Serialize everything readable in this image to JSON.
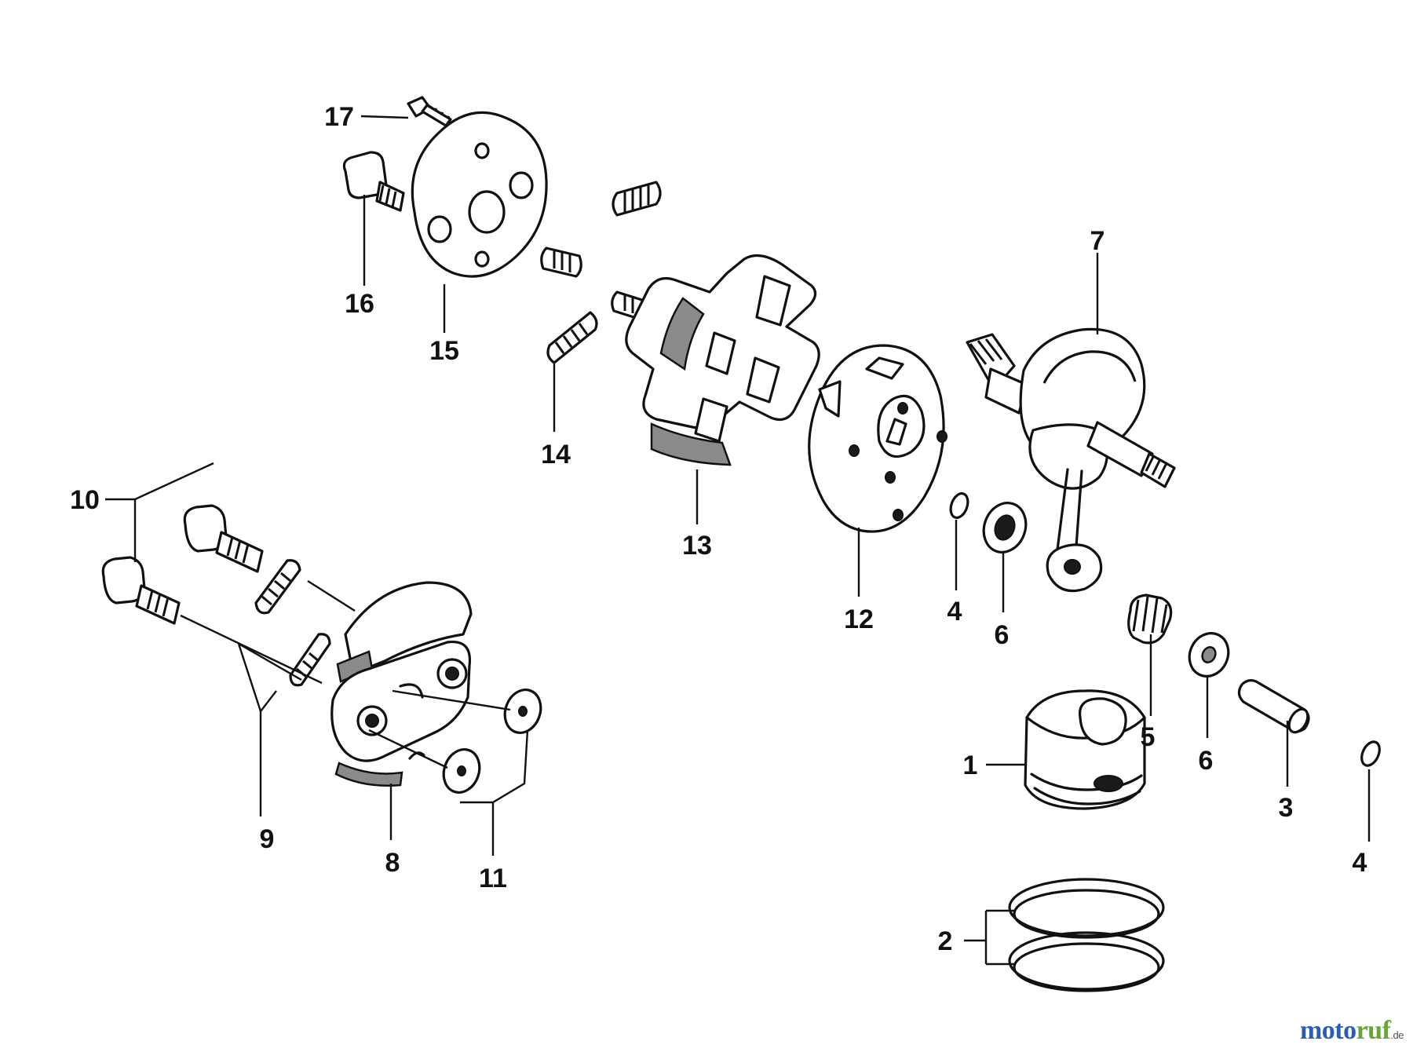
{
  "callouts": {
    "c1": "1",
    "c2": "2",
    "c3": "3",
    "c4a": "4",
    "c4b": "4",
    "c5": "5",
    "c6a": "6",
    "c6b": "6",
    "c7": "7",
    "c8": "8",
    "c9": "9",
    "c10": "10",
    "c11": "11",
    "c12": "12",
    "c13": "13",
    "c14": "14",
    "c15": "15",
    "c16": "16",
    "c17": "17"
  },
  "watermark": {
    "brand_blue": "moto",
    "brand_green": "ruf",
    "tld": ".de"
  },
  "colors": {
    "ink": "#111111",
    "brand_blue": "#2b5db7",
    "brand_green": "#6aa33a"
  }
}
